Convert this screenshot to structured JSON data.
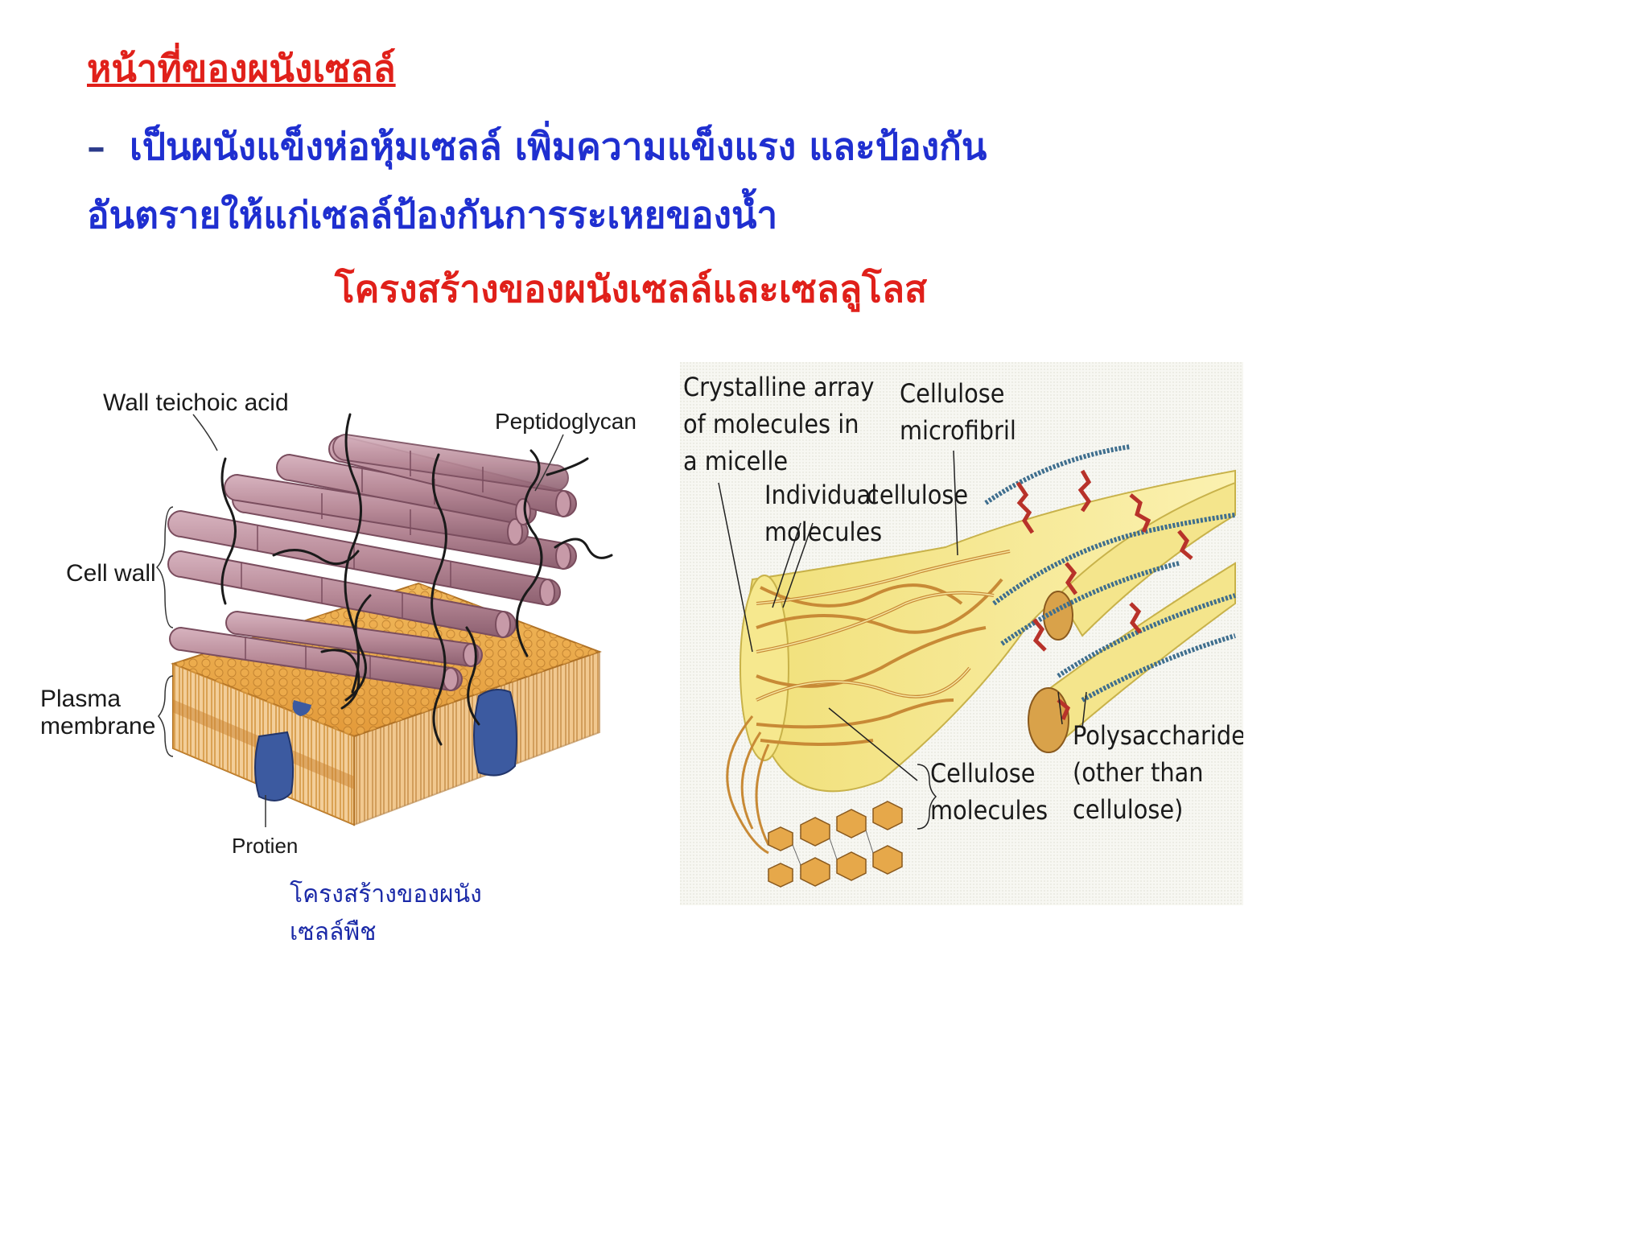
{
  "slide": {
    "heading": "หน้าที่ของผนังเซลล์",
    "bullet_dash": "–",
    "bullet_line1": "เป็นผนังแข็งห่อหุ้มเซลล์  เพิ่มความแข็งแรง และป้องกัน",
    "bullet_line2": "อันตรายให้แก่เซลล์ป้องกันการระเหยของน้ำ",
    "subtitle": "โครงสร้างของผนังเซลล์และเซลลูโลส"
  },
  "left_figure": {
    "labels": {
      "wall_teichoic_acid": "Wall teichoic acid",
      "peptidoglycan": "Peptidoglycan",
      "cell_wall": "Cell wall",
      "plasma": "Plasma",
      "membrane": "membrane",
      "protien": "Protien"
    },
    "caption": "โครงสร้างของผนังเซลล์พืช",
    "colors": {
      "rod": "#b88a98",
      "rod_edge": "#7a4d5e",
      "membrane": "#e9a545",
      "protein": "#3c5aa0"
    }
  },
  "right_figure": {
    "labels": {
      "crystalline_1": "Crystalline array",
      "crystalline_2": "of molecules in",
      "crystalline_3": "a micelle",
      "individual_1": "Individual",
      "individual_2": "molecules",
      "cellulose_word": "cellulose",
      "microfibril_1": "Cellulose",
      "microfibril_2": "microfibril",
      "molecules_1": "Cellulose",
      "molecules_2": "molecules",
      "poly_1": "Polysaccharides",
      "poly_2": "(other than",
      "poly_3": "cellulose)"
    },
    "colors": {
      "fibril": "#f4e48c",
      "strand": "#d9a24a",
      "hexagon": "#e6a84a",
      "poly_red": "#b8322a",
      "poly_blue": "#3e6e8e"
    }
  }
}
